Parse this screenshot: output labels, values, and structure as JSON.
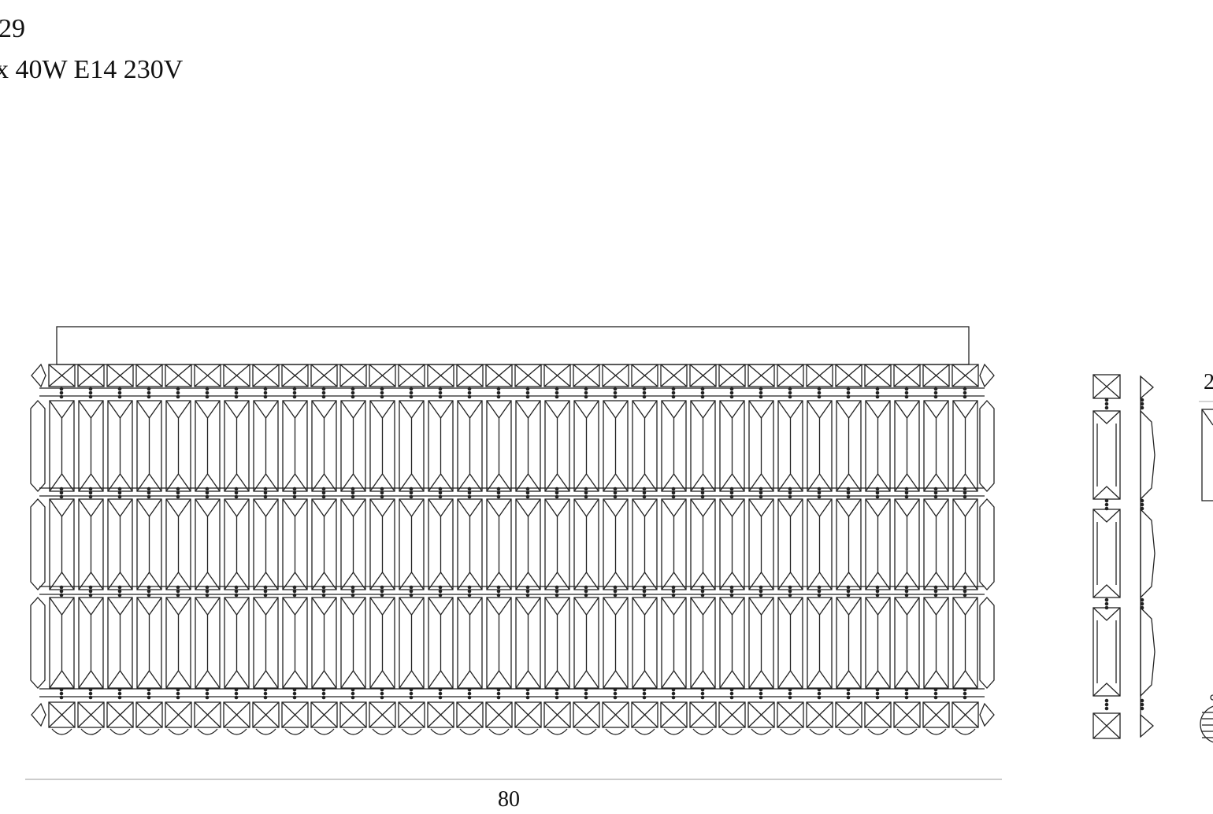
{
  "spec": {
    "code_fragment": "29",
    "power_fragment": "x 40W E14 230V"
  },
  "dimensions": {
    "width_label": "80",
    "side_label_fragment": "2"
  },
  "colors": {
    "line": "#222222",
    "background": "#ffffff",
    "dimension_line": "#bbbbbb"
  },
  "structure": {
    "front_columns": 32,
    "crystal_rows": 3,
    "side_crystal_rows": 3
  }
}
